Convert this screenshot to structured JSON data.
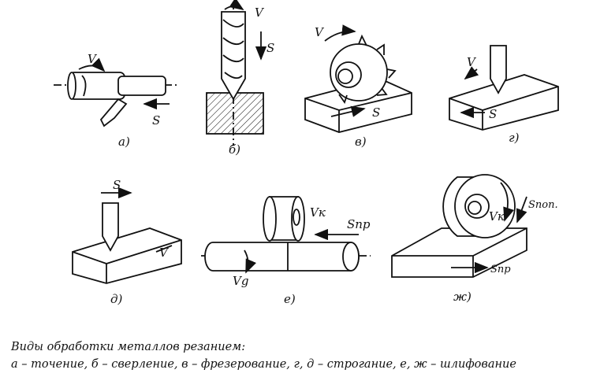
{
  "figures": {
    "a": {
      "label": "а)",
      "v": "V",
      "s": "S"
    },
    "b": {
      "label": "б)",
      "v": "V",
      "s": "S"
    },
    "v": {
      "label": "в)",
      "v": "V",
      "s": "S"
    },
    "g": {
      "label": "г)",
      "v": "V",
      "s": "S"
    },
    "d": {
      "label": "д)",
      "v": "V",
      "s": "S"
    },
    "e": {
      "label": "е)",
      "vk": "Vк",
      "snp": "Sпр",
      "vg": "Vg"
    },
    "zh": {
      "label": "ж)",
      "vk": "Vк",
      "spop": "Sпоп.",
      "spr": "Sпр"
    }
  },
  "caption": {
    "title": "Виды обработки металлов резанием:",
    "text": "а – точение, б – сверление, в – фрезерование, г, д – строгание, е, ж – шлифование"
  }
}
